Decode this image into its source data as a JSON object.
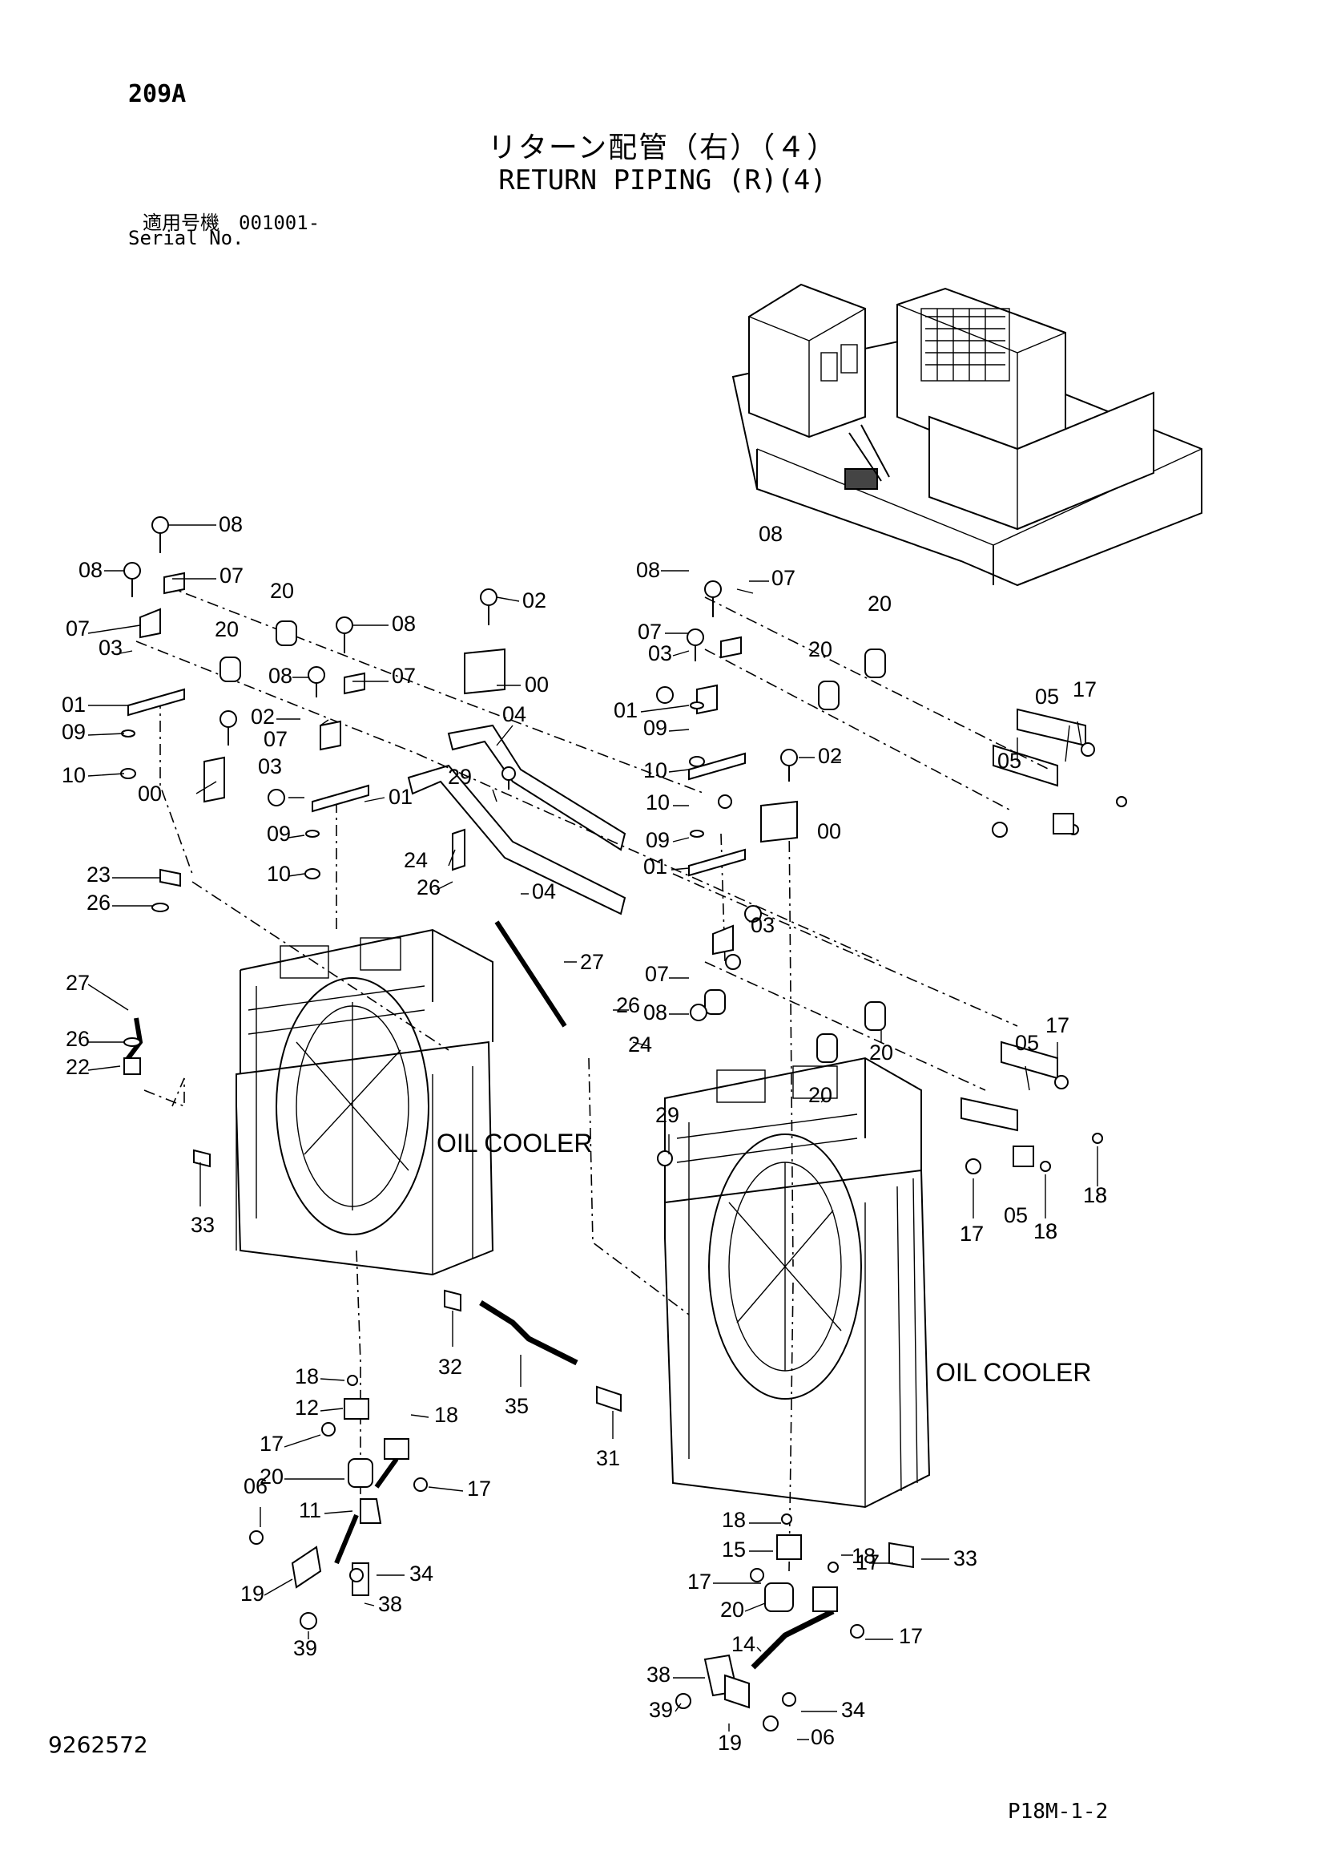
{
  "header": {
    "page_code": "209A",
    "title_jp": "リターン配管（右）（４）",
    "title_en": "RETURN PIPING (R)(4)",
    "serial_jp": "適用号機　001001-",
    "serial_en": "Serial No."
  },
  "footer": {
    "doc_number": "9262572",
    "ref": "P18M-1-2"
  },
  "diagram": {
    "component_labels": [
      "OIL COOLER",
      "OIL COOLER"
    ],
    "callouts": [
      "08",
      "08",
      "07",
      "20",
      "07",
      "03",
      "01",
      "09",
      "10",
      "00",
      "20",
      "08",
      "08",
      "07",
      "02",
      "00",
      "02",
      "07",
      "03",
      "01",
      "09",
      "10",
      "04",
      "29",
      "24",
      "26",
      "04",
      "27",
      "23",
      "26",
      "27",
      "26",
      "22",
      "33",
      "32",
      "35",
      "31",
      "18",
      "12",
      "18",
      "17",
      "20",
      "17",
      "11",
      "06",
      "19",
      "34",
      "38",
      "39",
      "08",
      "08",
      "07",
      "20",
      "07",
      "03",
      "01",
      "09",
      "10",
      "20",
      "05",
      "17",
      "05",
      "02",
      "10",
      "09",
      "01",
      "00",
      "03",
      "07",
      "08",
      "26",
      "24",
      "20",
      "17",
      "05",
      "20",
      "18",
      "18",
      "17",
      "29",
      "05",
      "17",
      "18",
      "18",
      "17",
      "18",
      "15",
      "17",
      "20",
      "14",
      "17",
      "38",
      "39",
      "34",
      "19",
      "06",
      "33",
      "18"
    ]
  }
}
